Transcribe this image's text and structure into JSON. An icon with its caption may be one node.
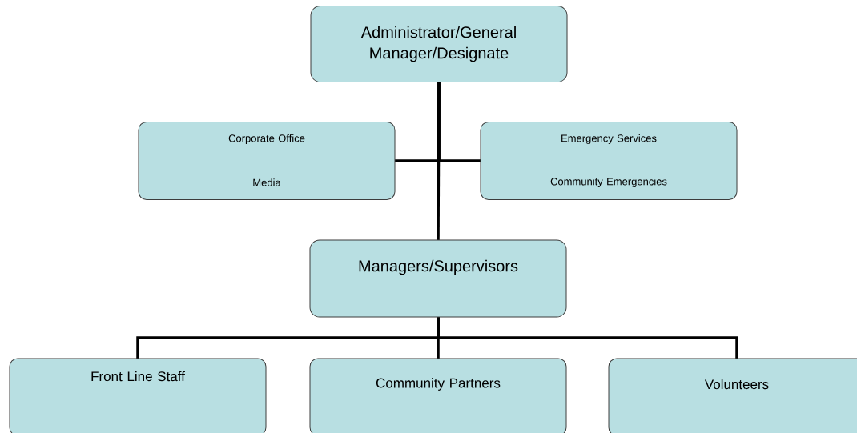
{
  "diagram": {
    "nodes": [
      {
        "text": [
          "Administrator/General Manager/Designate"
        ]
      },
      {
        "text": [
          "Corporate Office",
          "Media"
        ]
      },
      {
        "text": [
          "Emergency Services",
          "Community Emergencies"
        ]
      },
      {
        "text": [
          "Managers/Supervisors"
        ]
      },
      {
        "text": [
          "Front Line Staff"
        ]
      },
      {
        "text": [
          "Community Partners"
        ]
      },
      {
        "text": [
          "Volunteers"
        ]
      }
    ],
    "edges": [
      {
        "from": 0,
        "to": 3,
        "arrow": "none"
      },
      {
        "from": 0,
        "to": 1,
        "arrow": "none"
      },
      {
        "from": 0,
        "to": 2,
        "arrow": "none"
      },
      {
        "from": 3,
        "to": 4,
        "arrow": "none"
      },
      {
        "from": 3,
        "to": 5,
        "arrow": "none"
      },
      {
        "from": 3,
        "to": 6,
        "arrow": "none"
      }
    ]
  }
}
